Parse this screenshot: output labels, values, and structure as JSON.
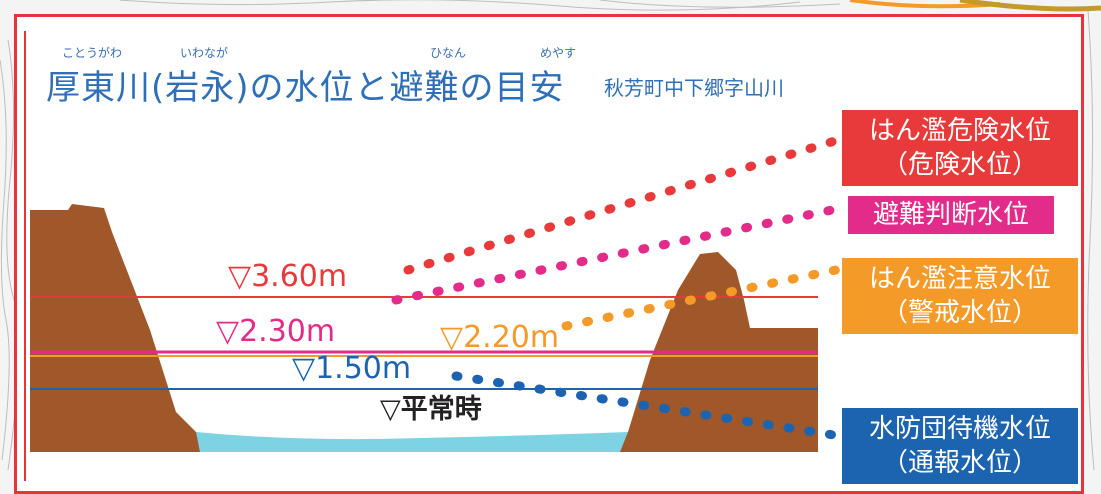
{
  "title": {
    "main": "厚東川(岩永)の水位と避難の目安",
    "location": "秋芳町中下郷字山川",
    "ruby": [
      "ことうがわ",
      "いわなが",
      "ひなん",
      "めやす"
    ]
  },
  "levels": [
    {
      "key": "danger",
      "value": "3.60m",
      "name": "はん濫危険水位",
      "sub": "（危険水位）",
      "color": "#e83a3a"
    },
    {
      "key": "evac",
      "value": "2.30m",
      "name": "避難判断水位",
      "sub": "",
      "color": "#e32b8a"
    },
    {
      "key": "caution",
      "value": "2.20m",
      "name": "はん濫注意水位",
      "sub": "（警戒水位）",
      "color": "#f39a28"
    },
    {
      "key": "standby",
      "value": "1.50m",
      "name": "水防団待機水位",
      "sub": "（通報水位）",
      "color": "#1c64b0"
    }
  ],
  "normal": {
    "label": "平常時"
  },
  "marker": "▽",
  "colors": {
    "ground": "#a0582a",
    "water": "#7ed3e3",
    "frame": "#e8333a",
    "title": "#2f6fb7"
  }
}
